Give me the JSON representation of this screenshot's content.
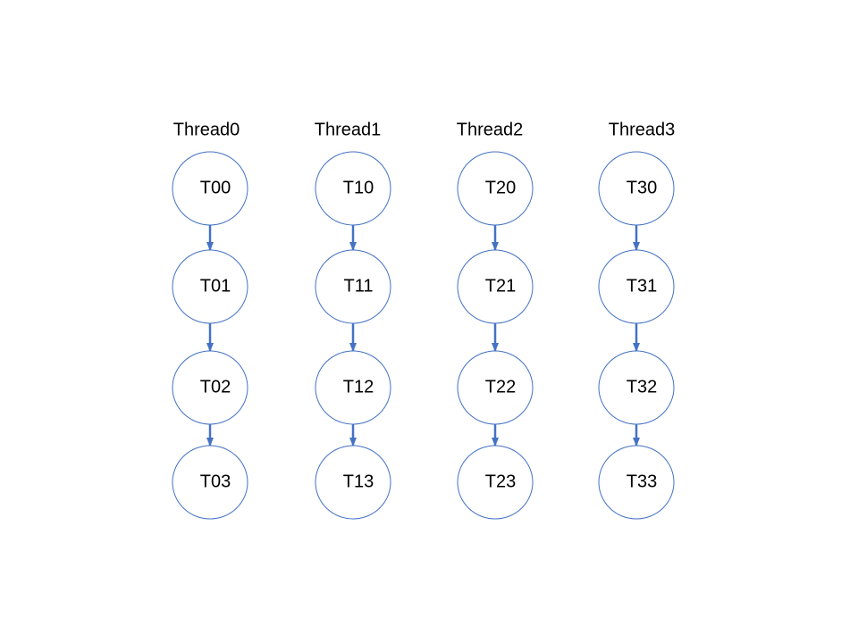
{
  "diagram": {
    "threads": [
      {
        "label": "Thread0",
        "nodes": [
          "T00",
          "T01",
          "T02",
          "T03"
        ]
      },
      {
        "label": "Thread1",
        "nodes": [
          "T10",
          "T11",
          "T12",
          "T13"
        ]
      },
      {
        "label": "Thread2",
        "nodes": [
          "T20",
          "T21",
          "T22",
          "T23"
        ]
      },
      {
        "label": "Thread3",
        "nodes": [
          "T30",
          "T31",
          "T32",
          "T33"
        ]
      }
    ],
    "edges_per_thread": [
      [
        0,
        1
      ],
      [
        1,
        2
      ],
      [
        2,
        3
      ]
    ],
    "colors": {
      "node_stroke": "#4472C4",
      "arrow": "#4472C4",
      "text": "#000000",
      "background": "#FFFFFF"
    }
  }
}
